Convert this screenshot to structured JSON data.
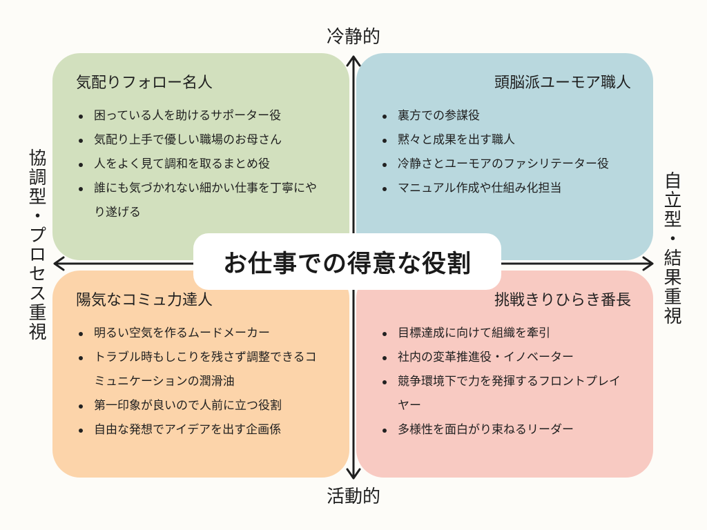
{
  "axes": {
    "top": "冷静的",
    "bottom": "活動的",
    "left": "協調型・プロセス重視",
    "right": "自立型・結果重視"
  },
  "center_title": "お仕事での得意な役割",
  "quadrants": {
    "top_left": {
      "title": "気配りフォロー名人",
      "items": [
        "困っている人を助けるサポーター役",
        "気配り上手で優しい職場のお母さん",
        "人をよく見て調和を取るまとめ役",
        "誰にも気づかれない細かい仕事を丁寧にやり遂げる"
      ]
    },
    "top_right": {
      "title": "頭脳派ユーモア職人",
      "items": [
        "裏方での参謀役",
        "黙々と成果を出す職人",
        "冷静さとユーモアのファシリテーター役",
        "マニュアル作成や仕組み化担当"
      ]
    },
    "bottom_left": {
      "title": "陽気なコミュ力達人",
      "items": [
        "明るい空気を作るムードメーカー",
        "トラブル時もしこりを残さず調整できるコミュニケーションの潤滑油",
        "第一印象が良いので人前に立つ役割",
        "自由な発想でアイデアを出す企画係"
      ]
    },
    "bottom_right": {
      "title": "挑戦きりひらき番長",
      "items": [
        "目標達成に向けて組織を牽引",
        "社内の変革推進役・イノベーター",
        "競争環境下で力を発揮するフロントプレイヤー",
        "多様性を面白がり束ねるリーダー"
      ]
    }
  },
  "colors": {
    "top_left": "#d2e0be",
    "top_right": "#b9d8de",
    "bottom_left": "#fcd4aa",
    "bottom_right": "#f8cac2",
    "axis": "#1f1f1f",
    "background": "#fdfcf8"
  }
}
